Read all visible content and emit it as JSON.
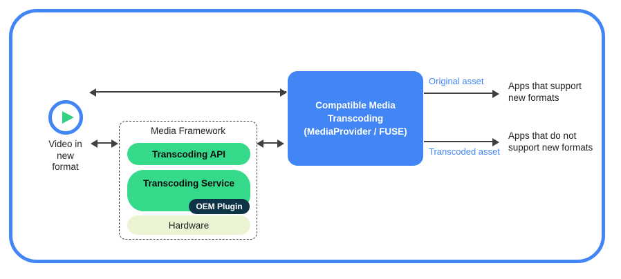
{
  "frame": {
    "border_color": "#4285f4"
  },
  "source": {
    "icon": "play-circle-icon",
    "label": "Video in\nnew\nformat"
  },
  "media_framework": {
    "title": "Media Framework",
    "layers": [
      {
        "name": "transcoding-api",
        "label": "Transcoding API",
        "color": "#35d98a"
      },
      {
        "name": "transcoding-service",
        "label": "Transcoding Service",
        "color": "#35d98a"
      },
      {
        "name": "hardware",
        "label": "Hardware",
        "color": "#ecf5d3"
      }
    ],
    "badge": {
      "label": "OEM Plugin",
      "color": "#0e3347"
    }
  },
  "cmt": {
    "label": "Compatible Media\nTranscoding\n(MediaProvider / FUSE)",
    "color": "#4285f4"
  },
  "outputs": [
    {
      "asset_label": "Original asset",
      "consumer_label": "Apps that support\nnew formats"
    },
    {
      "asset_label": "Transcoded asset",
      "consumer_label": "Apps that do not\nsupport new formats"
    }
  ],
  "arrows": {
    "top_bidirectional": "Video source ↔ Compatible Media Transcoding",
    "source_to_framework": "Video source ↔ Media Framework",
    "framework_to_cmt": "Media Framework ↔ Compatible Media Transcoding"
  }
}
